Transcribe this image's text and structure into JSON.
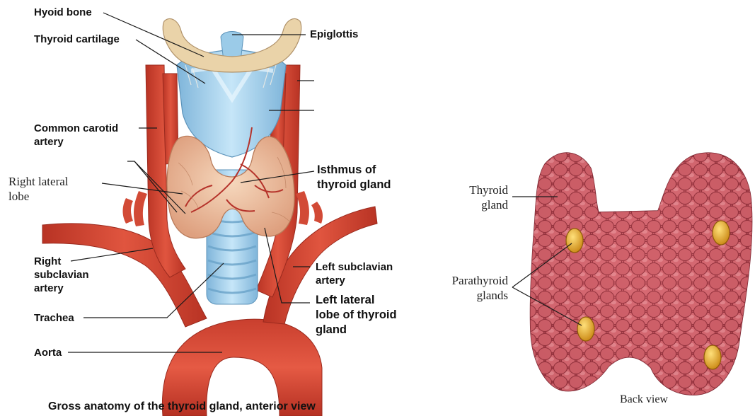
{
  "anterior_view": {
    "labels": {
      "hyoid_bone": "Hyoid bone",
      "thyroid_cartilage": "Thyroid cartilage",
      "epiglottis": "Epiglottis",
      "common_carotid_artery_line1": "Common carotid",
      "common_carotid_artery_line2": "artery",
      "right_lateral_lobe_line1": "Right lateral",
      "right_lateral_lobe_line2": "lobe",
      "isthmus_line1": "Isthmus of",
      "isthmus_line2": "thyroid gland",
      "right_subclavian_line1": "Right",
      "right_subclavian_line2": "subclavian",
      "right_subclavian_line3": "artery",
      "left_subclavian_line1": "Left subclavian",
      "left_subclavian_line2": "artery",
      "left_lateral_lobe_line1": "Left lateral",
      "left_lateral_lobe_line2": "lobe of thyroid",
      "left_lateral_lobe_line3": "gland",
      "trachea": "Trachea",
      "aorta": "Aorta"
    },
    "caption": "Gross anatomy of the thyroid gland, anterior view"
  },
  "back_view": {
    "labels": {
      "thyroid_gland_line1": "Thyroid",
      "thyroid_gland_line2": "gland",
      "parathyroid_line1": "Parathyroid",
      "parathyroid_line2": "glands"
    },
    "caption": "Back view"
  },
  "colors": {
    "artery": "#d94a3a",
    "artery_dark": "#b33426",
    "cartilage": "#a9d4ee",
    "bone": "#e8cfa3",
    "thyroid_front": "#efc7a8",
    "thyroid_back": "#c8525c",
    "parathyroid": "#e8a820"
  }
}
